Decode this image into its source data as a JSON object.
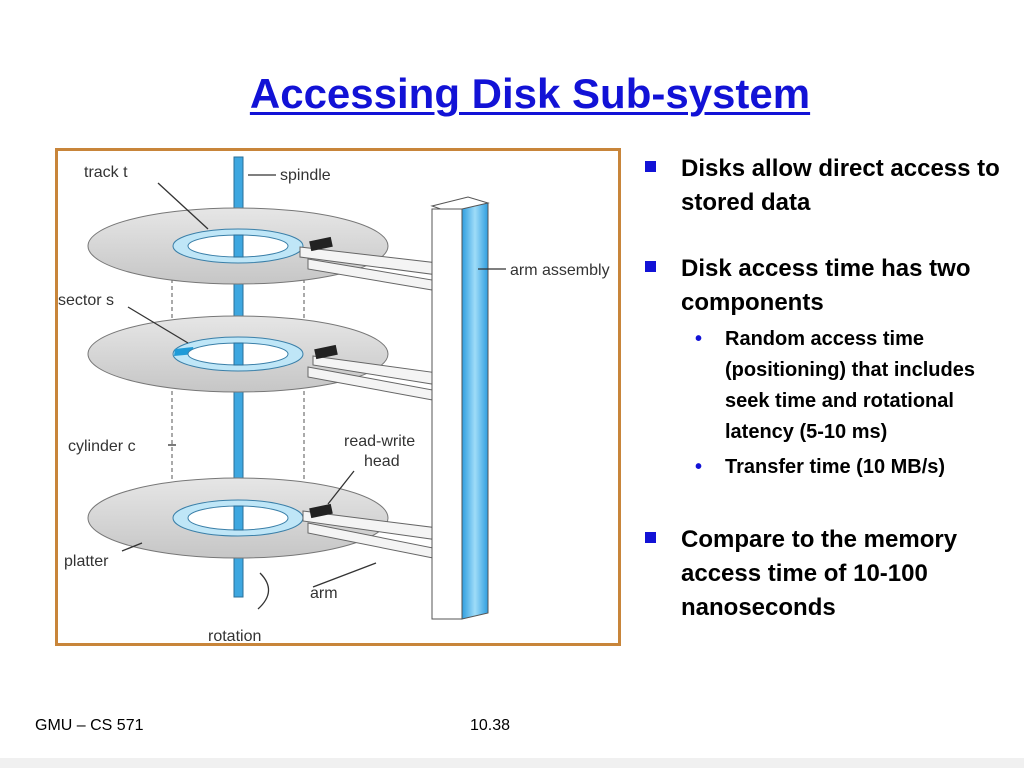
{
  "slide": {
    "title": "Accessing Disk Sub-system",
    "footer_left": "GMU – CS 571",
    "footer_page": "10.38"
  },
  "diagram": {
    "labels": {
      "track": "track t",
      "spindle": "spindle",
      "arm_assembly": "arm assembly",
      "sector": "sector s",
      "cylinder": "cylinder c",
      "read_write_1": "read-write",
      "read_write_2": "head",
      "platter": "platter",
      "arm": "arm",
      "rotation": "rotation"
    },
    "colors": {
      "frame": "#c8853a",
      "spindle": "#3ea7e0",
      "platter": "#dcdcdc",
      "track": "#bfe6f7",
      "sector_highlight": "#1f9bd8"
    }
  },
  "bullets": [
    {
      "text": "Disks allow direct access to stored data"
    },
    {
      "text": "Disk access time has two components",
      "sub": [
        "Random access time (positioning) that includes seek time and rotational latency (5-10 ms)",
        "Transfer time (10 MB/s)"
      ]
    },
    {
      "text": "Compare to the memory access time of 10-100 nanoseconds"
    }
  ]
}
